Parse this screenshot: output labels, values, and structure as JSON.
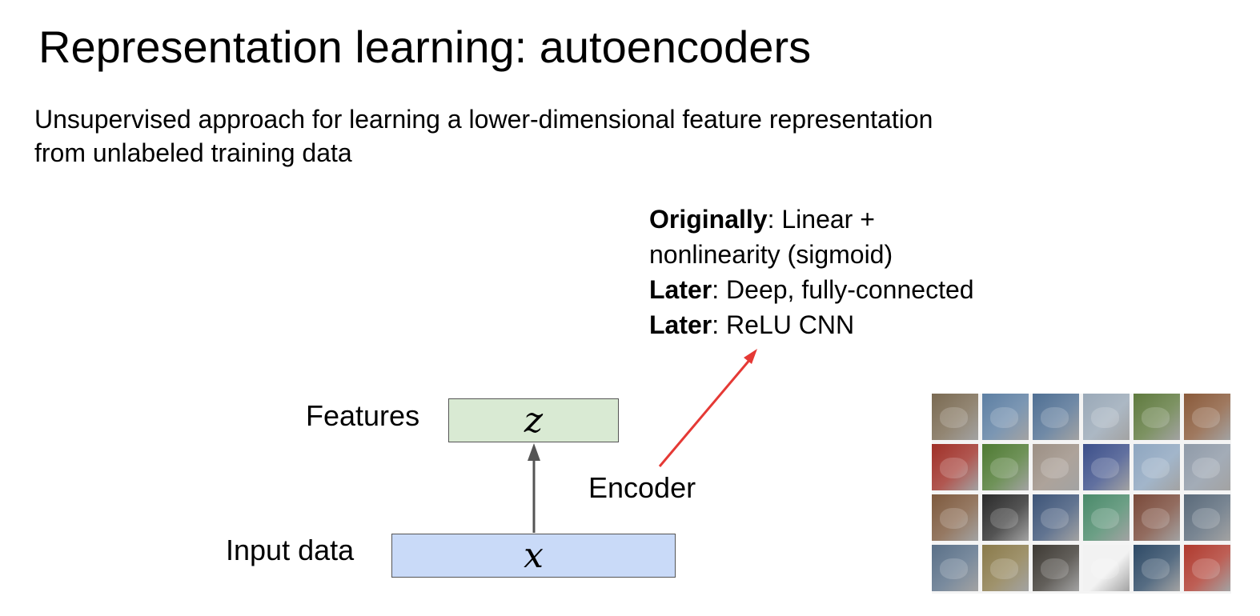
{
  "slide": {
    "title": "Representation learning: autoencoders",
    "subtitle_lines": [
      "Unsupervised approach for learning a lower-dimensional feature representation",
      "from unlabeled training data"
    ]
  },
  "encoder_notes": [
    {
      "bold": "Originally",
      "text": ": Linear +"
    },
    {
      "bold": "",
      "text": "nonlinearity (sigmoid)"
    },
    {
      "bold": "Later",
      "text": ": Deep, fully-connected"
    },
    {
      "bold": "Later",
      "text": ": ReLU CNN"
    }
  ],
  "diagram": {
    "features_label": "Features",
    "input_label": "Input data",
    "encoder_label": "Encoder",
    "z_symbol": "z",
    "x_symbol": "x",
    "colors": {
      "features_box": "#d9ead3",
      "input_box": "#c9daf8",
      "arrow_gray": "#555555",
      "arrow_red": "#e53935"
    }
  },
  "image_grid": {
    "rows": 4,
    "cols": 6,
    "tiles": [
      "#7a6a52",
      "#5d7fa3",
      "#4f6f93",
      "#9aa9b8",
      "#5f7a3e",
      "#8a5a3a",
      "#a03028",
      "#4e7a32",
      "#9c8f84",
      "#3c4f8a",
      "#8ea6c0",
      "#8f9aa8",
      "#7e5a3e",
      "#2b2b2b",
      "#3d5478",
      "#4a8a6a",
      "#7a4a3a",
      "#5a6a7a",
      "#5a7088",
      "#8a7a4a",
      "#3e3a34",
      "#f2f2f2",
      "#2e4a66",
      "#b03a2e"
    ]
  }
}
